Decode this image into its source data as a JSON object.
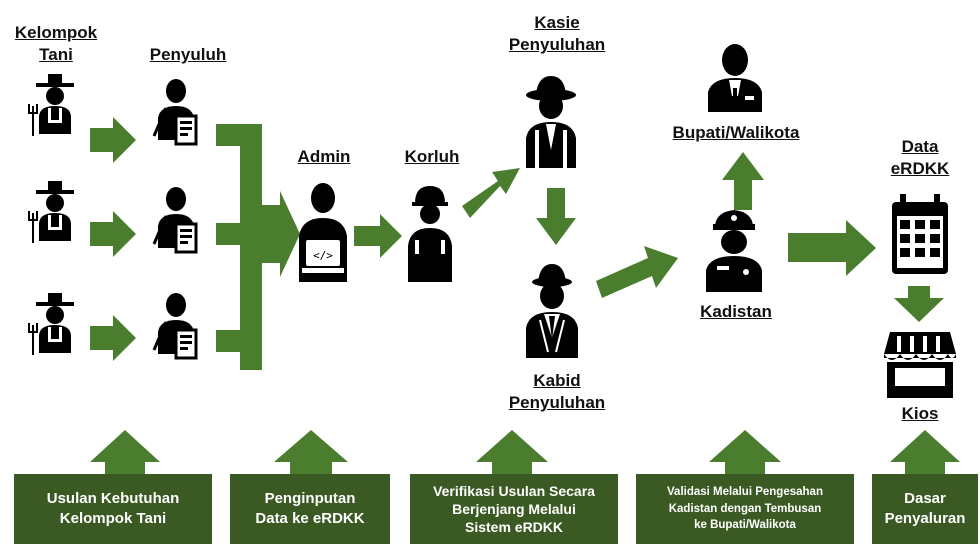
{
  "colors": {
    "arrow": "#4a7d2e",
    "box_fill": "#3b5a23",
    "icon": "#000000"
  },
  "labels": {
    "kelompok_tani": "Kelompok\nTani",
    "penyuluh": "Penyuluh",
    "admin": "Admin",
    "korluh": "Korluh",
    "kasie": "Kasie\nPenyuluhan",
    "kabid": "Kabid\nPenyuluhan",
    "bupati": "Bupati/Walikota",
    "kadistan": "Kadistan",
    "data_erdkk": "Data\neRDKK",
    "kios": "Kios"
  },
  "boxes": [
    {
      "text": "Usulan Kebutuhan\nKelompok Tani"
    },
    {
      "text": "Penginputan\nData ke eRDKK"
    },
    {
      "text": "Verifikasi Usulan Secara\nBerjenjang Melalui\nSistem eRDKK"
    },
    {
      "text": "Validasi Melalui Pengesahan\nKadistan dengan Tembusan\nke Bupati/Walikota"
    },
    {
      "text": "Dasar\nPenyaluran"
    }
  ],
  "icons": [
    "farmer-icon",
    "extension-worker-icon",
    "admin-laptop-icon",
    "korluh-icon",
    "kasie-cowboy-icon",
    "kabid-agent-icon",
    "bupati-icon",
    "kadistan-officer-icon",
    "calendar-icon",
    "kiosk-store-icon"
  ]
}
